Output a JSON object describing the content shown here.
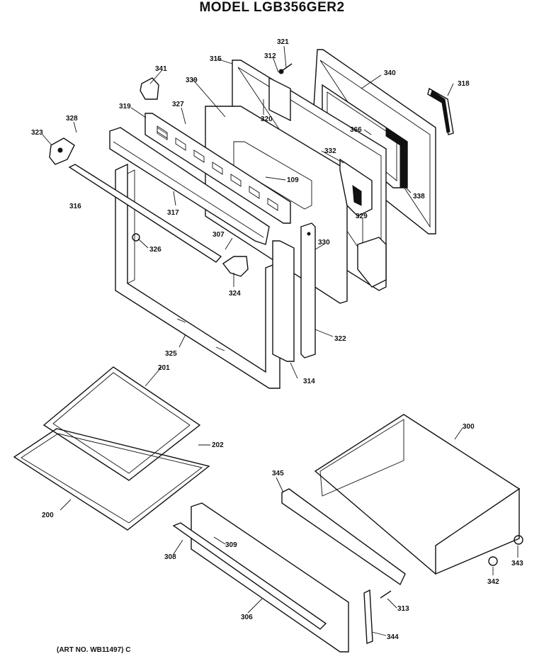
{
  "title": "MODEL LGB356GER2",
  "art_no": "(ART NO. WB11497) C",
  "parts": {
    "p321": "321",
    "p312": "312",
    "p315": "315",
    "p340": "340",
    "p341": "341",
    "p339": "339",
    "p318a": "318",
    "p327": "327",
    "p319": "319",
    "p320": "320",
    "p328": "328",
    "p323": "323",
    "p366": "366",
    "p332": "332",
    "p109": "109",
    "p338": "338",
    "p316": "316",
    "p317": "317",
    "p307": "307",
    "p329": "329",
    "p326": "326",
    "p330": "330",
    "p324": "324",
    "p322": "322",
    "p325": "325",
    "p314": "314",
    "p201": "201",
    "p202": "202",
    "p200": "200",
    "p300": "300",
    "p345": "345",
    "p309": "309",
    "p308": "308",
    "p306": "306",
    "p313": "313",
    "p344": "344",
    "p342": "342",
    "p343": "343"
  }
}
